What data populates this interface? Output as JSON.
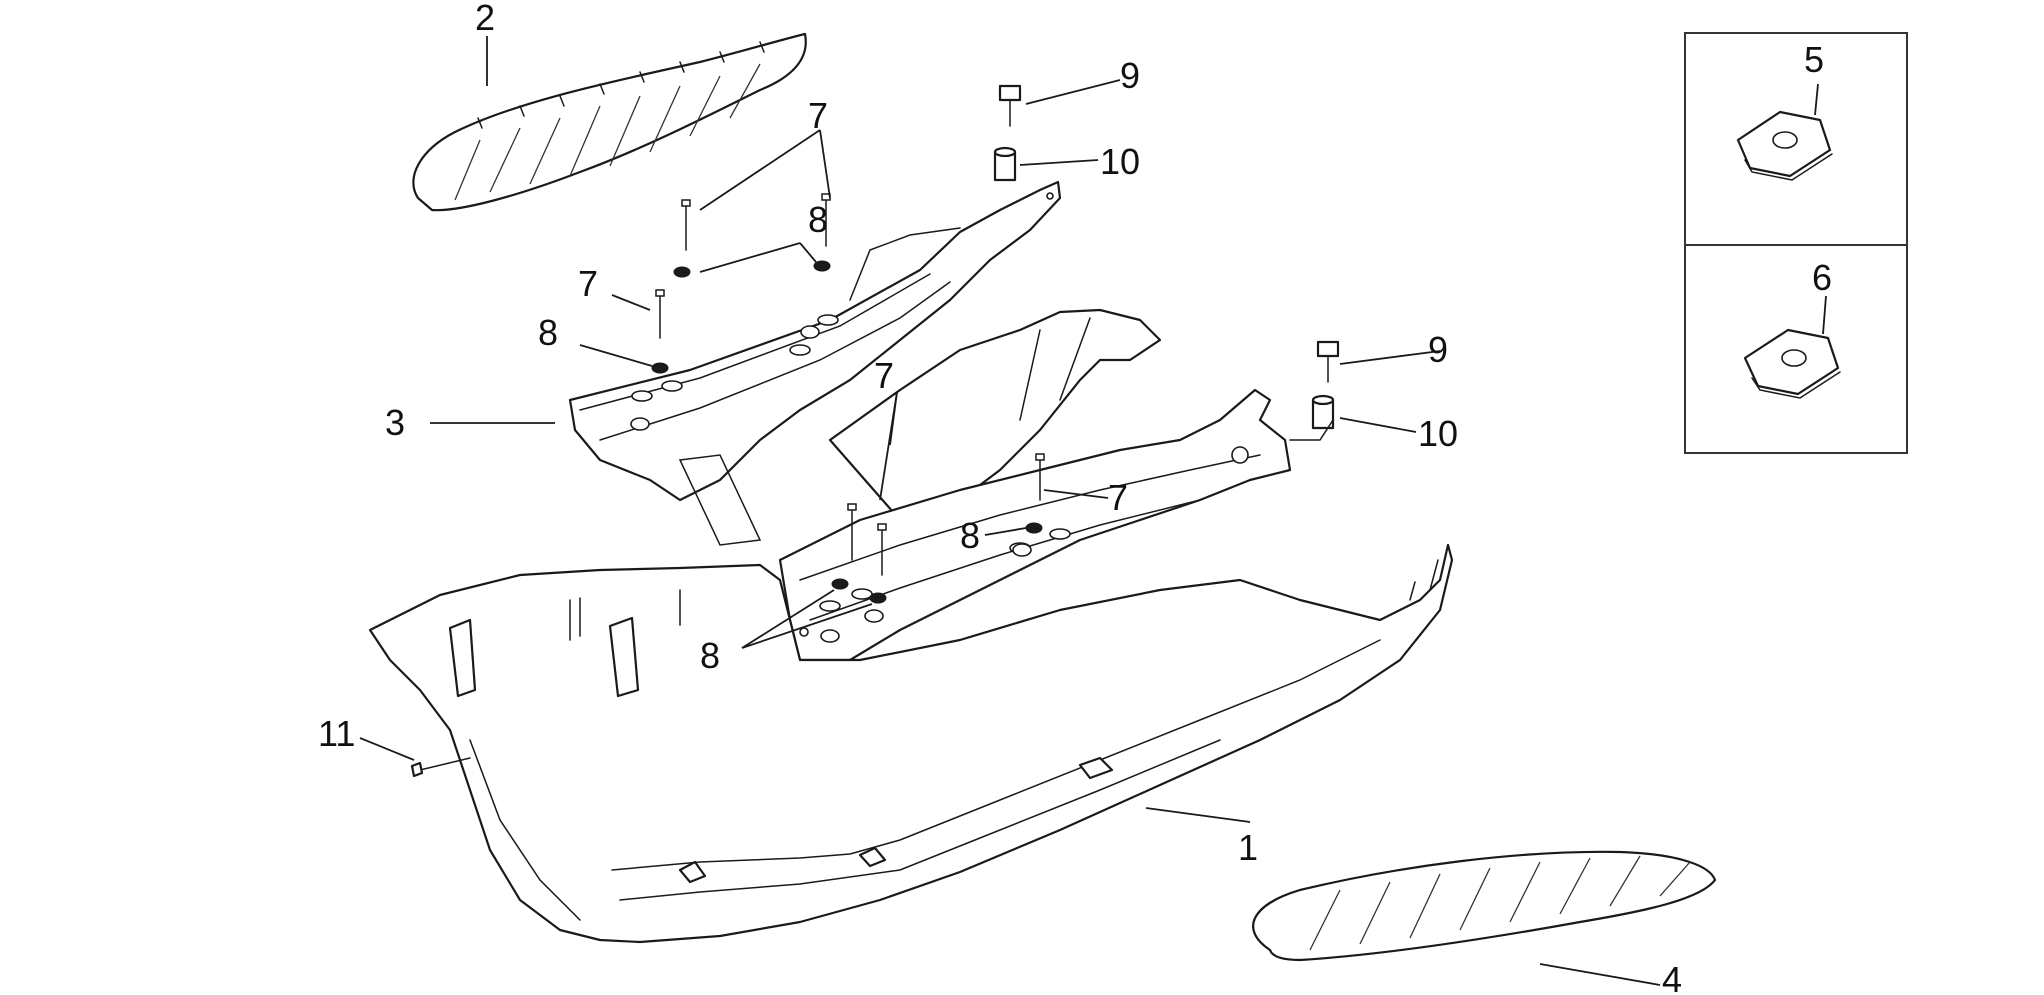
{
  "labels": {
    "l1": "1",
    "l2": "2",
    "l3": "3",
    "l4": "4",
    "l5": "5",
    "l6": "6",
    "l7a": "7",
    "l7b": "7",
    "l7c": "7",
    "l7d": "7",
    "l8a": "8",
    "l8b": "8",
    "l8c": "8",
    "l8d": "8",
    "l9a": "9",
    "l9b": "9",
    "l10a": "10",
    "l10b": "10",
    "l11": "11"
  }
}
